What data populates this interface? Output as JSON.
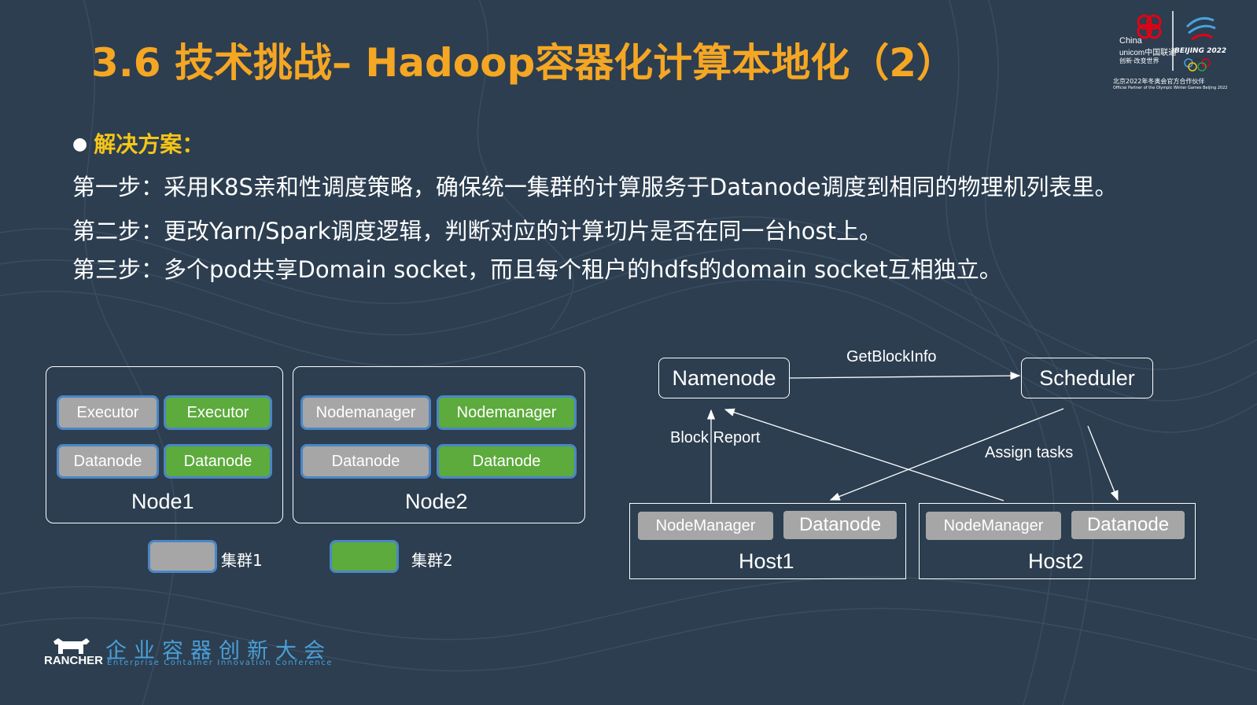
{
  "slide": {
    "title": "3.6 技术挑战– Hadoop容器化计算本地化（2）",
    "bullet_heading": "解决方案：",
    "steps": [
      "第一步：采用K8S亲和性调度策略，确保统一集群的计算服务于Datanode调度到相同的物理机列表里。",
      "第二步：更改Yarn/Spark调度逻辑，判断对应的计算切片是否在同一台host上。",
      "第三步：多个pod共享Domain socket，而且每个租户的hdfs的domain socket互相独立。"
    ]
  },
  "left_diagram": {
    "node1": {
      "label": "Node1",
      "chips": [
        "Executor",
        "Executor",
        "Datanode",
        "Datanode"
      ]
    },
    "node2": {
      "label": "Node2",
      "chips": [
        "Nodemanager",
        "Nodemanager",
        "Datanode",
        "Datanode"
      ]
    },
    "legend": [
      {
        "label": "集群1",
        "color": "#a6a6a6"
      },
      {
        "label": "集群2",
        "color": "#5cab3c"
      }
    ]
  },
  "right_diagram": {
    "namenode": "Namenode",
    "scheduler": "Scheduler",
    "get_block_info": "GetBlockInfo",
    "block_report": "Block Report",
    "assign_tasks": "Assign tasks",
    "host1": {
      "label": "Host1",
      "nodemanager": "NodeManager",
      "datanode": "Datanode"
    },
    "host2": {
      "label": "Host2",
      "nodemanager": "NodeManager",
      "datanode": "Datanode"
    }
  },
  "logos": {
    "unicom_en_top": "China",
    "unicom_en_bottom": "unicom中国联通",
    "unicom_slogan": "创新·改变世界",
    "beijing": "BEIJING 2022",
    "partner_cn": "北京2022年冬奥会官方合作伙伴",
    "partner_en": "Official Partner of the Olympic Winter Games Beijing 2022"
  },
  "footer": {
    "brand": "RANCHER",
    "conference_cn": "企业容器创新大会",
    "conference_en": "Enterprise Container Innovation Conference"
  },
  "colors": {
    "background": "#2c3e50",
    "title": "#f5a623",
    "gray_chip": "#a6a6a6",
    "green_chip": "#5cab3c",
    "chip_border": "#4a86c5",
    "footer_blue": "#4a9fd8"
  }
}
